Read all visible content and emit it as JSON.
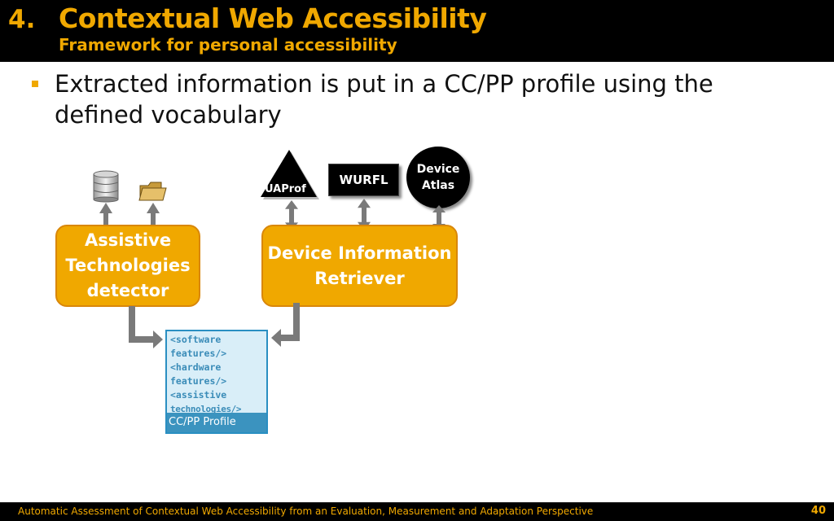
{
  "header": {
    "section_number": "4.",
    "title": "Contextual Web Accessibility",
    "subtitle": "Framework for personal accessibility"
  },
  "bullet": {
    "text": "Extracted information is put in a CC/PP profile using the defined vocabulary"
  },
  "diagram": {
    "assistive_box": "Assistive Technologies detector",
    "device_box": "Device Information Retriever",
    "uaprof_label": "UAProf",
    "wurfl_label": "WURFL",
    "device_atlas_label": "Device Atlas",
    "profile_lines": [
      "<software",
      "features/>",
      "<hardware",
      "features/>",
      "<assistive",
      "technologies/>"
    ],
    "profile_label": "CC/PP Profile",
    "database_icon": "database-icon",
    "folder_icon": "folder-icon"
  },
  "footer": {
    "text": "Automatic Assessment of Contextual Web Accessibility from an Evaluation, Measurement and Adaptation Perspective",
    "page_number": "40"
  },
  "colors": {
    "accent": "#f0a800",
    "box_fill": "#f0a800",
    "profile_blue": "#3b93bf",
    "header_bg": "#000000"
  }
}
